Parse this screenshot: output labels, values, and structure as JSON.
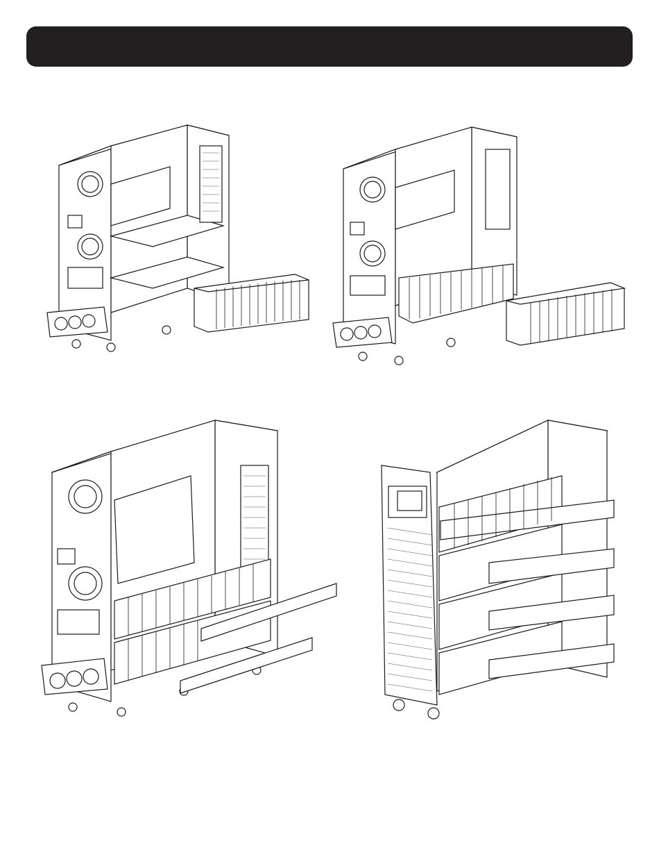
{
  "header": {
    "title": ""
  },
  "figures": [
    {
      "id": "fig-1",
      "icon": "ups-cabinet-open-battery-block-illustration",
      "battery_cells": 11,
      "installed_rows": 0,
      "trays": 0
    },
    {
      "id": "fig-2",
      "icon": "ups-cabinet-one-row-installed-illustration",
      "battery_cells": 11,
      "installed_rows": 1,
      "trays": 0
    },
    {
      "id": "fig-3",
      "icon": "ups-cabinet-two-rows-trays-illustration",
      "battery_cells": 0,
      "installed_rows": 2,
      "trays": 2
    },
    {
      "id": "fig-4",
      "icon": "ups-cabinet-front-panel-trays-illustration",
      "battery_cells": 0,
      "installed_rows": 4,
      "trays": 4
    }
  ],
  "colors": {
    "header_bg": "#231f20",
    "line": "#1a1a1a",
    "paper": "#ffffff",
    "vent": "#555555"
  }
}
